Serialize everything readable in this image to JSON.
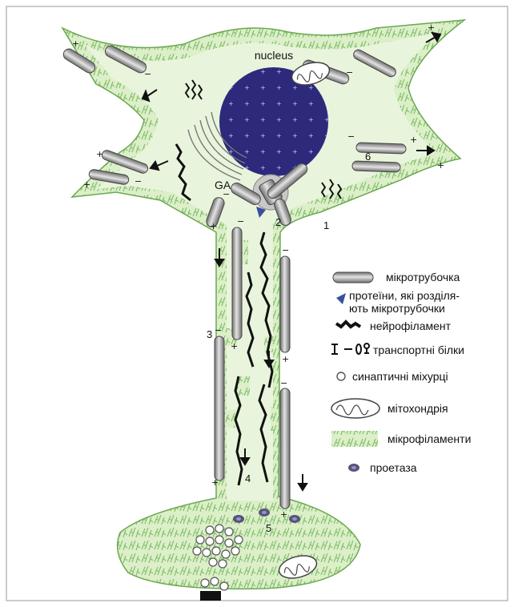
{
  "labels": {
    "nucleus": "nucleus",
    "ga": "GA"
  },
  "numbers": {
    "n1": "1",
    "n2": "2",
    "n3": "3",
    "n4": "4",
    "n5": "5",
    "n6": "6"
  },
  "legend": {
    "microtubule": "мікротрубочка",
    "severing_line1": "протеїни, які розділя-",
    "severing_line2": "ють мікротрубочки",
    "neurofilament": "нейрофіламент",
    "transport": "транспортні білки",
    "vesicles": "синаптичні міхурці",
    "mitochondrion": "мітохондрія",
    "microfilaments": "мікрофіламенти",
    "protease": "проетаза"
  },
  "polarity": {
    "plus": "+",
    "minus": "−"
  },
  "colors": {
    "cytoplasm": "#e6f4d8",
    "membrane": "#7cb25a",
    "actin": "#8cc47a",
    "nucleus": "#2d2a7c",
    "microtubule": "#a7a7a7",
    "severing": "#3a4fa0",
    "protease_outer": "#555577",
    "protease_inner": "#9d8fd0"
  }
}
